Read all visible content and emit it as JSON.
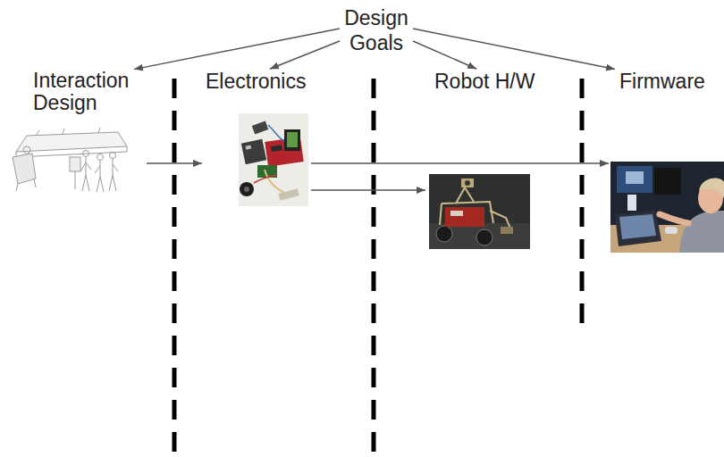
{
  "diagram": {
    "nodes": [
      {
        "text": [
          "Design Goals"
        ]
      },
      {
        "text": [
          "Interaction Design"
        ]
      },
      {
        "text": [
          "Electronics"
        ]
      },
      {
        "text": [
          "Robot H/W"
        ]
      },
      {
        "text": [
          "Firmware"
        ]
      }
    ],
    "edges": [
      {
        "from": 0,
        "to": 1,
        "arrow": "to"
      },
      {
        "from": 0,
        "to": 2,
        "arrow": "to"
      },
      {
        "from": 0,
        "to": 3,
        "arrow": "to"
      },
      {
        "from": 0,
        "to": 4,
        "arrow": "to"
      },
      {
        "from": 1,
        "to": 2,
        "arrow": "to"
      },
      {
        "from": 2,
        "to": 4,
        "arrow": "to"
      },
      {
        "from": 2,
        "to": 3,
        "arrow": "to"
      }
    ]
  }
}
